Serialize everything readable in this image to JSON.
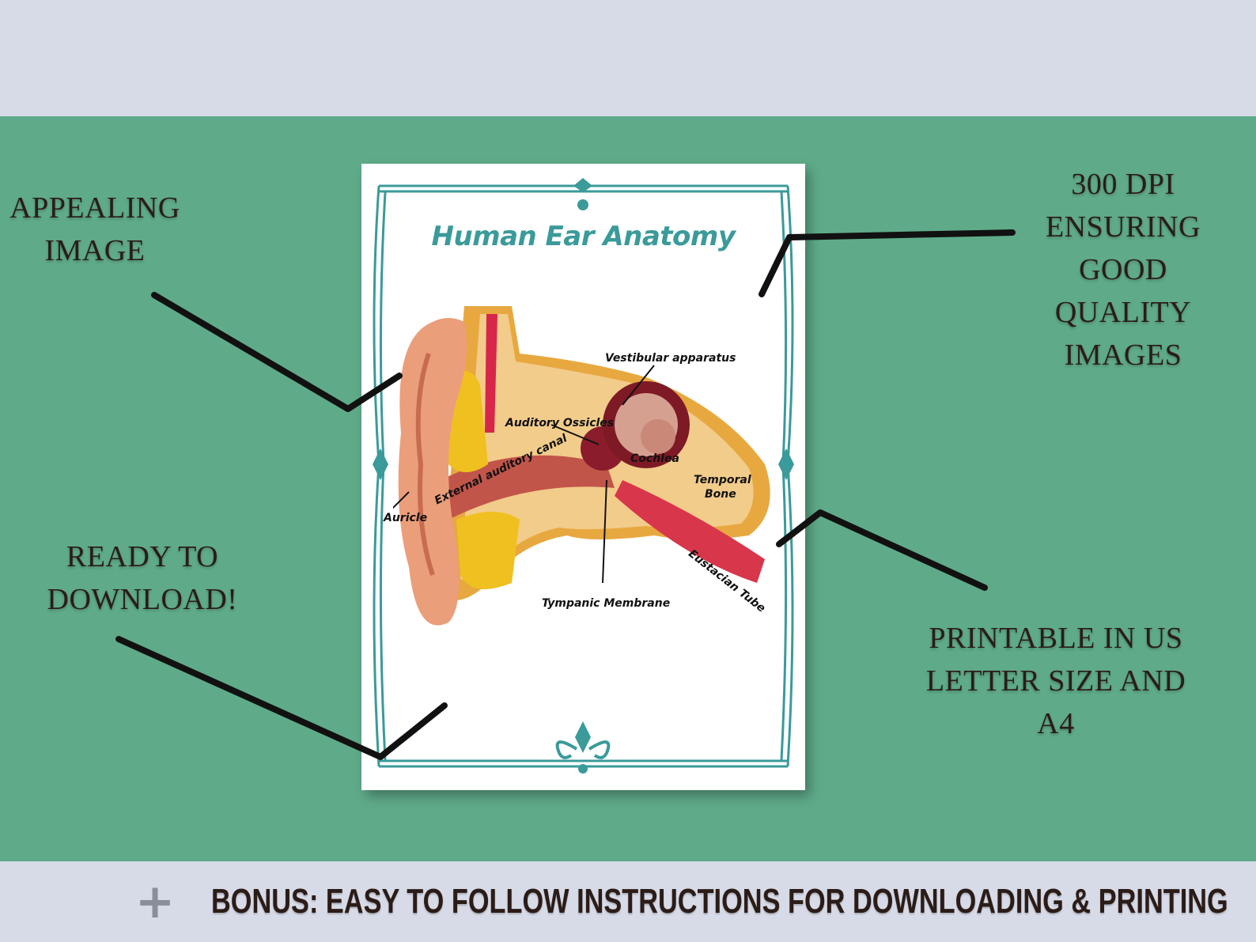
{
  "callouts": {
    "appealing": [
      "APPEALING",
      "IMAGE"
    ],
    "dpi": [
      "300 DPI",
      "ENSURING",
      "GOOD",
      "QUALITY",
      "IMAGES"
    ],
    "download": [
      "READY TO",
      "DOWNLOAD!"
    ],
    "printable": [
      "PRINTABLE IN US",
      "LETTER SIZE AND",
      "A4"
    ]
  },
  "card": {
    "title": "Human Ear Anatomy",
    "labels": {
      "vestibular": "Vestibular apparatus",
      "ossicles": "Auditory Ossicles",
      "cochlea": "Cochlea",
      "temporal1": "Temporal",
      "temporal2": "Bone",
      "canal": "External auditory canal",
      "auricle": "Auricle",
      "eustachian": "Eustacian Tube",
      "tympanic": "Tympanic Membrane"
    }
  },
  "bonus": {
    "icon": "plus-icon",
    "text": "BONUS: EASY TO FOLLOW INSTRUCTIONS FOR DOWNLOADING & PRINTING"
  },
  "colors": {
    "background_green": "#5fab89",
    "band": "#d7dbe8",
    "frame_teal": "#3b9a9a",
    "text_dark": "#2b1c17"
  }
}
